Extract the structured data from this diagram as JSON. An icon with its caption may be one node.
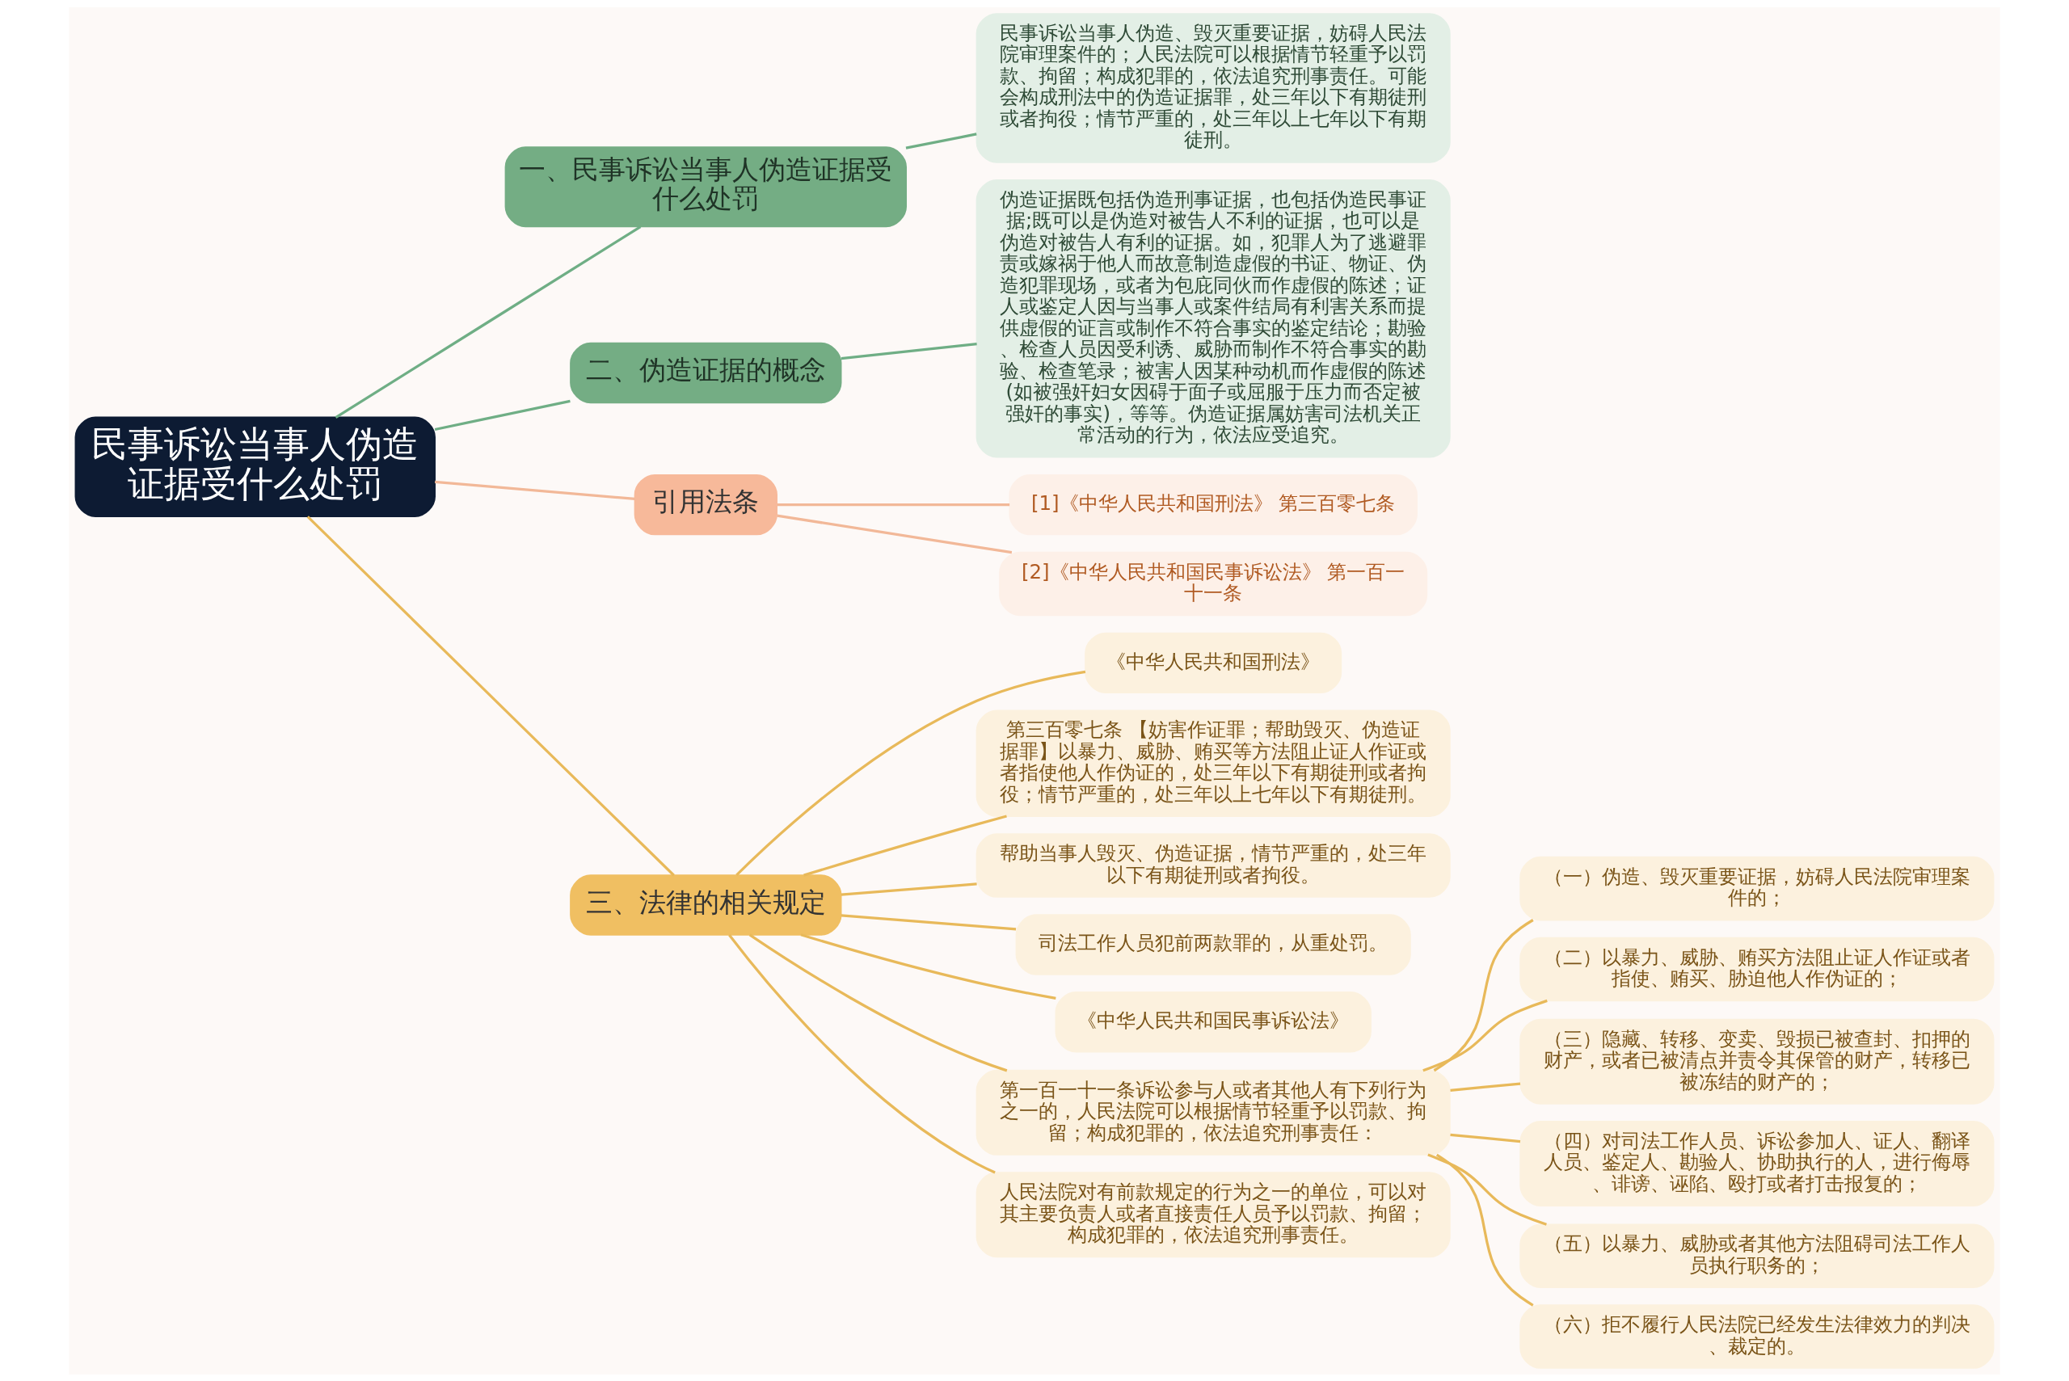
{
  "diagram": {
    "nodes": [
      {
        "text": [
          "民事诉讼当事人伪造证据受什么处罚"
        ]
      },
      {
        "text": [
          "一、民事诉讼当事人伪造证据受什么处罚"
        ]
      },
      {
        "text": [
          "民事诉讼当事人伪造、毁灭重要证据，妨碍人民法院审理案件的；人民法院可以根据情节轻重予以罚款、拘留；构成犯罪的，依法追究刑事责任。可能会构成刑法中的伪造证据罪，处三年以下有期徒刑或者拘役；情节严重的，处三年以上七年以下有期徒刑。"
        ]
      },
      {
        "text": [
          "二、伪造证据的概念"
        ]
      },
      {
        "text": [
          "伪造证据既包括伪造刑事证据，也包括伪造民事证据;既可以是伪造对被告人不利的证据，也可以是伪造对被告人有利的证据。如，犯罪人为了逃避罪责或嫁祸于他人而故意制造虚假的书证、物证、伪造犯罪现场，或者为包庇同伙而作虚假的陈述；证人或鉴定人因与当事人或案件结局有利害关系而提供虚假的证言或制作不符合事实的鉴定结论；勘验、检查人员因受利诱、威胁而制作不符合事实的勘验、检查笔录；被害人因某种动机而作虚假的陈述(如被强奸妇女因碍于面子或屈服于压力而否定被强奸的事实)，等等。伪造证据属妨害司法机关正常活动的行为，依法应受追究。"
        ]
      },
      {
        "text": [
          "引用法条"
        ]
      },
      {
        "text": [
          "[1]《中华人民共和国刑法》 第三百零七条"
        ]
      },
      {
        "text": [
          "[2]《中华人民共和国民事诉讼法》 第一百一十一条"
        ]
      },
      {
        "text": [
          "三、法律的相关规定"
        ]
      },
      {
        "text": [
          "《中华人民共和国刑法》"
        ]
      },
      {
        "text": [
          "第三百零七条 【妨害作证罪；帮助毁灭、伪造证据罪】以暴力、威胁、贿买等方法阻止证人作证或者指使他人作伪证的，处三年以下有期徒刑或者拘役；情节严重的，处三年以上七年以下有期徒刑。"
        ]
      },
      {
        "text": [
          "帮助当事人毁灭、伪造证据，情节严重的，处三年以下有期徒刑或者拘役。"
        ]
      },
      {
        "text": [
          "司法工作人员犯前两款罪的，从重处罚。"
        ]
      },
      {
        "text": [
          "《中华人民共和国民事诉讼法》"
        ]
      },
      {
        "text": [
          "第一百一十一条诉讼参与人或者其他人有下列行为之一的，人民法院可以根据情节轻重予以罚款、拘留；构成犯罪的，依法追究刑事责任："
        ]
      },
      {
        "text": [
          "（一）伪造、毁灭重要证据，妨碍人民法院审理案件的；"
        ]
      },
      {
        "text": [
          "（二）以暴力、威胁、贿买方法阻止证人作证或者指使、贿买、胁迫他人作伪证的；"
        ]
      },
      {
        "text": [
          "（三）隐藏、转移、变卖、毁损已被查封、扣押的财产，或者已被清点并责令其保管的财产，转移已被冻结的财产的；"
        ]
      },
      {
        "text": [
          "（四）对司法工作人员、诉讼参加人、证人、翻译人员、鉴定人、勘验人、协助执行的人，进行侮辱、诽谤、诬陷、殴打或者打击报复的；"
        ]
      },
      {
        "text": [
          "（五）以暴力、威胁或者其他方法阻碍司法工作人员执行职务的；"
        ]
      },
      {
        "text": [
          "（六）拒不履行人民法院已经发生法律效力的判决、裁定的。"
        ]
      },
      {
        "text": [
          "人民法院对有前款规定的行为之一的单位，可以对其主要负责人或者直接责任人员予以罚款、拘留；构成犯罪的，依法追究刑事责任。"
        ]
      }
    ],
    "edges": [
      {
        "from": 0,
        "to": 1,
        "arrow": "none",
        "color": "#6fae85"
      },
      {
        "from": 1,
        "to": 2,
        "arrow": "none",
        "color": "#6fae85"
      },
      {
        "from": 0,
        "to": 3,
        "arrow": "none",
        "color": "#6fae85"
      },
      {
        "from": 3,
        "to": 4,
        "arrow": "none",
        "color": "#6fae85"
      },
      {
        "from": 0,
        "to": 5,
        "arrow": "none",
        "color": "#f2b898"
      },
      {
        "from": 5,
        "to": 6,
        "arrow": "none",
        "color": "#f2b898"
      },
      {
        "from": 5,
        "to": 7,
        "arrow": "none",
        "color": "#f2b898"
      },
      {
        "from": 0,
        "to": 8,
        "arrow": "none"
      },
      {
        "from": 8,
        "to": 9,
        "arrow": "none"
      },
      {
        "from": 8,
        "to": 10,
        "arrow": "none"
      },
      {
        "from": 8,
        "to": 11,
        "arrow": "none"
      },
      {
        "from": 8,
        "to": 12,
        "arrow": "none"
      },
      {
        "from": 8,
        "to": 13,
        "arrow": "none"
      },
      {
        "from": 8,
        "to": 14,
        "arrow": "none"
      },
      {
        "from": 14,
        "to": 15,
        "arrow": "none"
      },
      {
        "from": 14,
        "to": 16,
        "arrow": "none"
      },
      {
        "from": 14,
        "to": 17,
        "arrow": "none"
      },
      {
        "from": 14,
        "to": 18,
        "arrow": "none"
      },
      {
        "from": 14,
        "to": 19,
        "arrow": "none"
      },
      {
        "from": 14,
        "to": 20,
        "arrow": "none"
      },
      {
        "from": 8,
        "to": 21,
        "arrow": "none"
      }
    ]
  }
}
